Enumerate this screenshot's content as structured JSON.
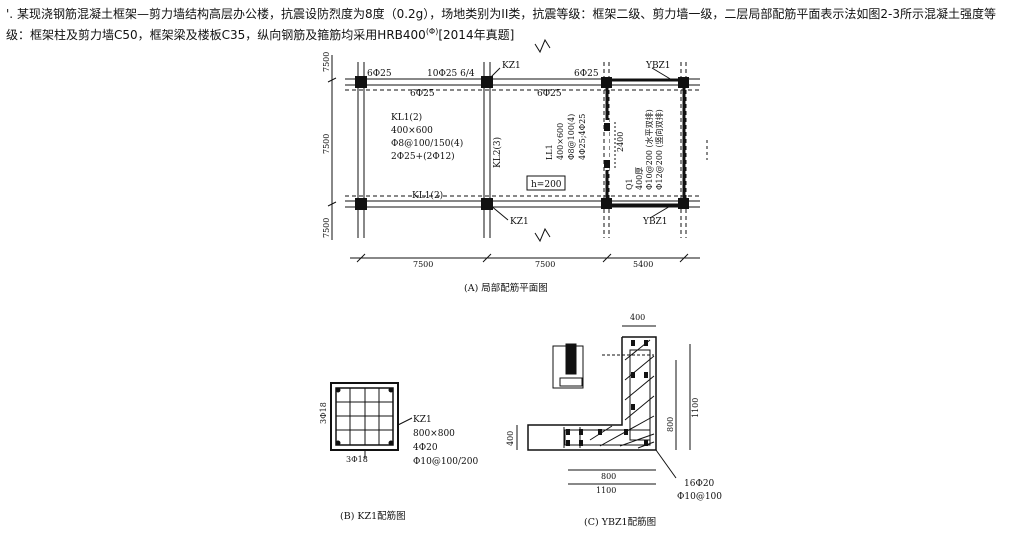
{
  "question": {
    "number": "'.",
    "text_line1": "某现浇钢筋混凝土框架—剪力墙结构高层办公楼，抗震设防烈度为8度（0.2g），场地类别为II类，抗震等级：框架二级、剪力墙一级，二层局部配筋平面表示法如图2-3所示混凝土强度等",
    "text_line2": "级：框架柱及剪力墙C50，框架梁及楼板C35，纵向钢筋及箍筋均采用HRB400",
    "symbol": "(Φ)",
    "source": "[2014年真题]"
  },
  "figure_a": {
    "caption": "(A) 局部配筋平面图",
    "bay_dims": [
      "7500",
      "7500",
      "5400"
    ],
    "span_dims": [
      "7500",
      "7500",
      "7500"
    ],
    "labels": {
      "top_left_bar": "6Φ25",
      "top_mid_bar": "10Φ25 6/4",
      "kz1_top": "KZ1",
      "top_right_bar": "6Φ25",
      "ybz1_top": "YBZ1",
      "bottom_bar_left": "6Φ25",
      "bottom_bar_right": "6Φ25",
      "kl1_name": "KL1(2)",
      "kl1_size": "400×600",
      "kl1_stirrup": "Φ8@100/150(4)",
      "kl1_bars": "2Φ25+(2Φ12)",
      "kl2": "KL2(3)",
      "ll1_name": "LL1",
      "ll1_size": "400×600",
      "ll1_stirrup": "Φ8@100(4)",
      "ll1_bars": "4Φ25;4Φ25",
      "opening": "2400",
      "q1_name": "Q1",
      "q1_thk": "400厚",
      "q1_h": "Φ10@200 (水平双排)",
      "q1_v": "Φ12@200 (竖向双排)",
      "slab": "h=200",
      "kl1_bottom": "KL1(2)",
      "kz1_bottom": "KZ1",
      "ybz1_bottom": "YBZ1"
    }
  },
  "figure_b": {
    "caption": "(B) KZ1配筋图",
    "side_bars": "3Φ18",
    "bottom_bars": "3Φ18",
    "name": "KZ1",
    "size": "800×800",
    "corner": "4Φ20",
    "stirrup": "Φ10@100/200"
  },
  "figure_c": {
    "caption": "(C) YBZ1配筋图",
    "dim_top": "400",
    "dim_right_outer": "1100",
    "dim_right_inner": "800",
    "dim_left": "400",
    "dim_bottom_inner": "800",
    "dim_bottom_outer": "1100",
    "bars": "16Φ20",
    "stirrup": "Φ10@100"
  }
}
